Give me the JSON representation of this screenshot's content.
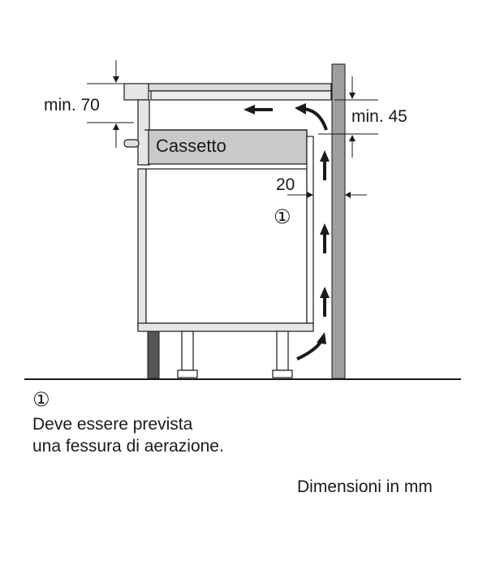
{
  "labels": {
    "min_70": "min. 70",
    "min_45": "min. 45",
    "gap_20": "20",
    "drawer": "Cassetto",
    "marker": "①"
  },
  "legend": {
    "marker": "①",
    "line1": "Deve essere prevista",
    "line2": "una fessura di aerazione."
  },
  "units_note": "Dimensioni in mm",
  "colors": {
    "line": "#1a1a1a",
    "fill_light": "#e6e6e6",
    "fill_mid": "#c9c9c9",
    "wall": "#9e9e9e",
    "plinth": "#555555"
  }
}
